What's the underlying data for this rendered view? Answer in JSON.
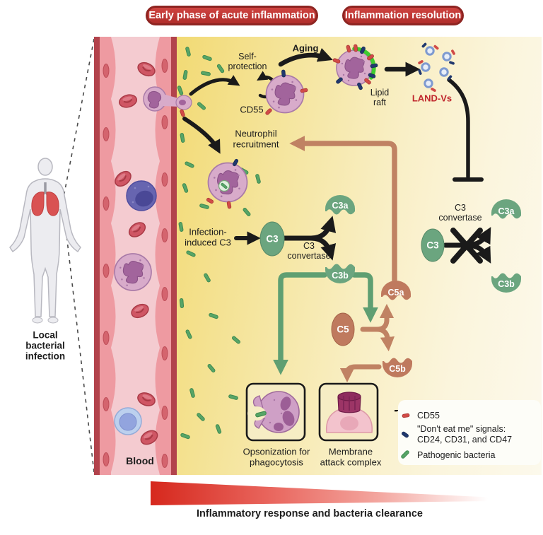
{
  "banners": {
    "early_phase": "Early phase of acute inflammation",
    "resolution": "Inflammation resolution"
  },
  "anatomy": {
    "infection_label": "Local\nbacterial\ninfection"
  },
  "vessel": {
    "blood_label": "Blood"
  },
  "pathway": {
    "self_protection": "Self-\nprotection",
    "aging": "Aging",
    "cd55": "CD55",
    "lipid_raft": "Lipid\nraft",
    "land_vs": "LAND-Vs",
    "neutrophil_recruitment": "Neutrophil\nrecruitment",
    "infection_induced": "Infection-\ninduced C3",
    "c3": "C3",
    "c3a": "C3a",
    "c3b": "C3b",
    "c3_convertase": "C3\nconvertase",
    "c5": "C5",
    "c5a": "C5a",
    "c5b": "C5b",
    "resolution_c3": "C3",
    "resolution_c3a": "C3a",
    "resolution_c3b": "C3b",
    "resolution_c3_convertase": "C3\nconvertase"
  },
  "boxes": {
    "opsonization": "Opsonization for\nphagocytosis",
    "mac": "Membrane\nattack complex"
  },
  "legend": {
    "cd55": "CD55",
    "signals_line1": "\"Don't eat me\" signals:",
    "signals_line2": "CD24, CD31, and CD47",
    "bacteria": "Pathogenic bacteria"
  },
  "footer": {
    "caption": "Inflammatory response and bacteria clearance"
  },
  "colors": {
    "banner_red": "#b5312d",
    "complement_green": "#6ba57f",
    "complement_tan": "#bf7a5e",
    "land_vs_red": "#c0272d",
    "lipid_raft_green": "#3ecb30",
    "cd55_red": "#d14b47",
    "dont_eat_me_navy": "#20386e",
    "bacteria_green": "#57a567"
  }
}
